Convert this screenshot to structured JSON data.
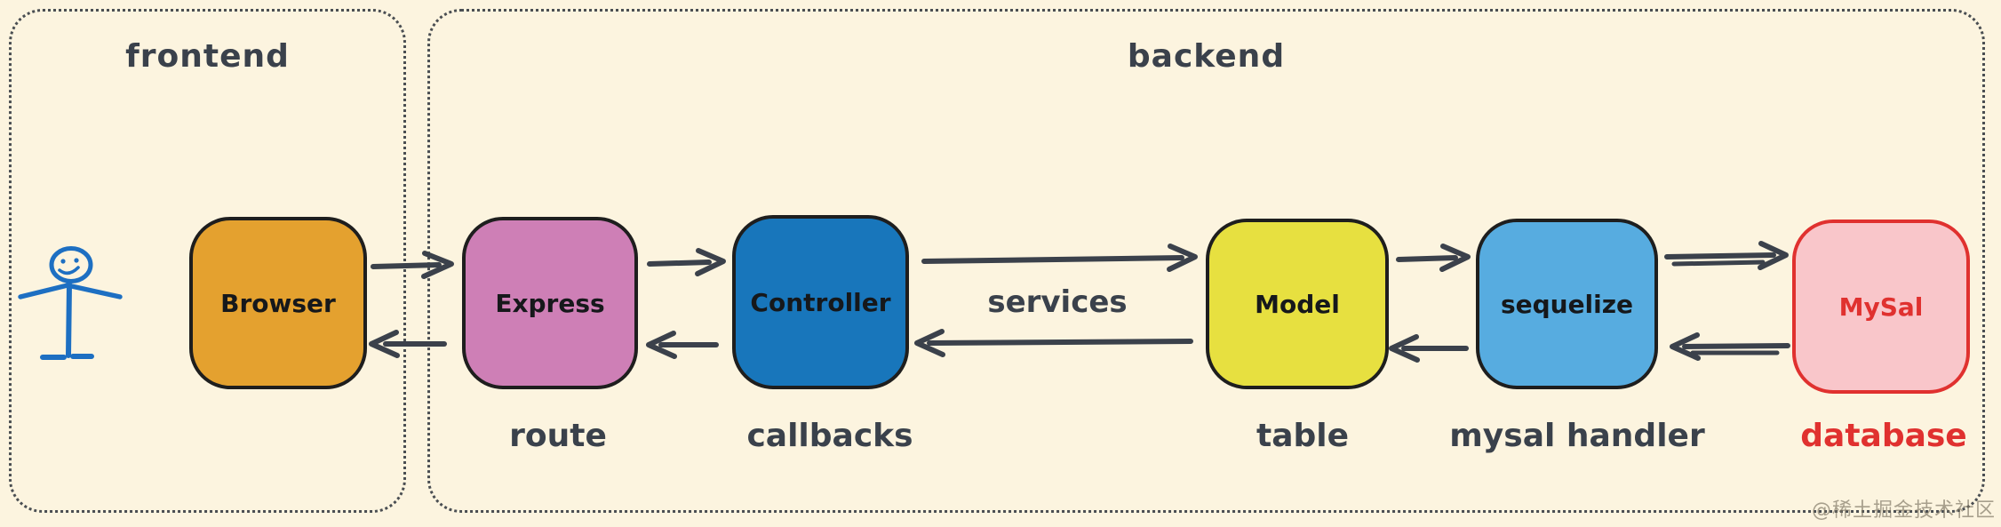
{
  "groups": {
    "frontend": {
      "title": "frontend"
    },
    "backend": {
      "title": "backend"
    }
  },
  "nodes": {
    "browser": {
      "label": "Browser"
    },
    "express": {
      "label": "Express",
      "caption": "route"
    },
    "controller": {
      "label": "Controller",
      "caption": "callbacks"
    },
    "model": {
      "label": "Model",
      "caption": "table"
    },
    "sequelize": {
      "label": "sequelize",
      "caption": "mysal handler"
    },
    "mysal": {
      "label": "MySal",
      "caption": "database"
    }
  },
  "edge_labels": {
    "services": "services"
  },
  "edges": [
    {
      "from": "browser",
      "to": "express"
    },
    {
      "from": "express",
      "to": "browser"
    },
    {
      "from": "express",
      "to": "controller"
    },
    {
      "from": "controller",
      "to": "express"
    },
    {
      "from": "controller",
      "to": "model",
      "label": "services"
    },
    {
      "from": "model",
      "to": "controller"
    },
    {
      "from": "model",
      "to": "sequelize"
    },
    {
      "from": "sequelize",
      "to": "model"
    },
    {
      "from": "sequelize",
      "to": "mysal"
    },
    {
      "from": "mysal",
      "to": "sequelize"
    }
  ],
  "icons": {
    "user": "smiling-stick-figure-user"
  },
  "watermark": "@稀土掘金技术社区",
  "colors": {
    "background": "#FCF4DF",
    "group_border": "#4A4E52",
    "node_border": "#1E1E1E",
    "browser_fill": "#E4A12F",
    "express_fill": "#CE7FB6",
    "controller_fill": "#1876BB",
    "model_fill": "#E7E040",
    "sequelize_fill": "#57ACE0",
    "mysal_fill": "#F9C6CA",
    "mysal_accent": "#E0312F",
    "arrow_stroke": "#3B414B",
    "person_blue": "#1D6FC2"
  }
}
